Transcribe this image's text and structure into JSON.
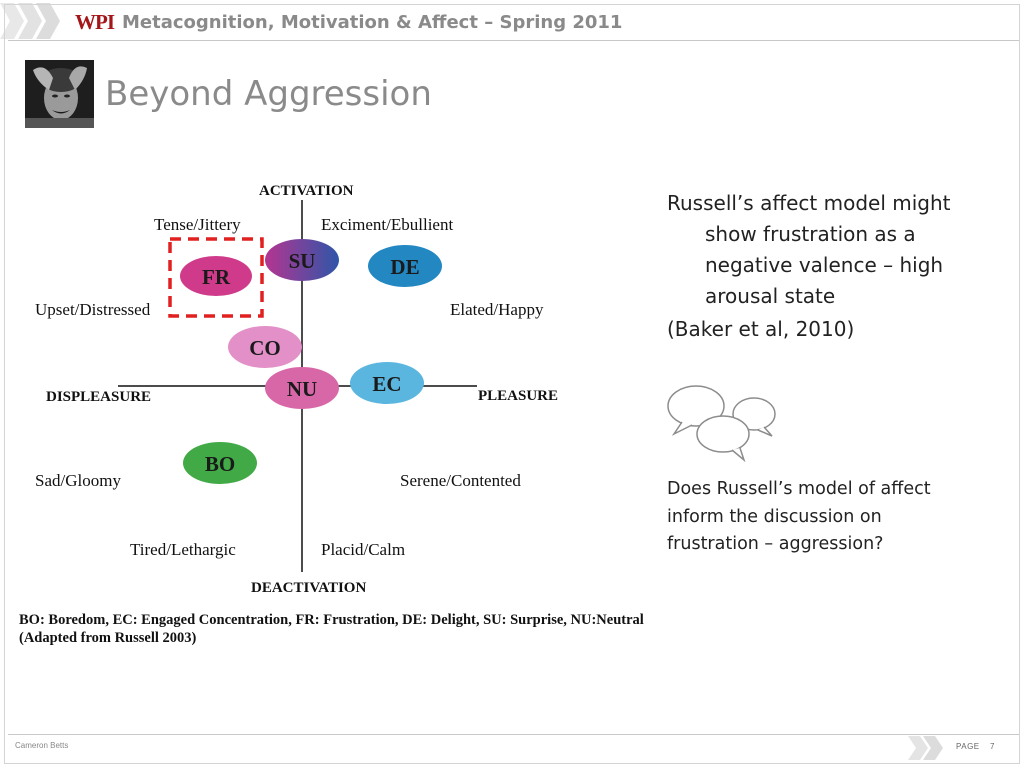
{
  "header": {
    "logo_text": "WPI",
    "course_title": "Metacognition, Motivation & Affect – Spring 2011"
  },
  "slide_title": "Beyond Aggression",
  "diagram": {
    "axis_top": "ACTIVATION",
    "axis_bottom": "DEACTIVATION",
    "axis_left": "DISPLEASURE",
    "axis_right": "PLEASURE",
    "quadrant_labels": {
      "tense": "Tense/Jittery",
      "excitement": "Exciment/Ebullient",
      "upset": "Upset/Distressed",
      "elated": "Elated/Happy",
      "sad": "Sad/Gloomy",
      "serene": "Serene/Contented",
      "tired": "Tired/Lethargic",
      "placid": "Placid/Calm"
    },
    "nodes": {
      "fr": "FR",
      "su": "SU",
      "de": "DE",
      "co": "CO",
      "nu": "NU",
      "ec": "EC",
      "bo": "BO"
    },
    "caption_line1": "BO: Boredom, EC: Engaged Concentration, FR: Frustration, DE: Delight, SU: Surprise, NU:Neutral",
    "caption_line2": "(Adapted from Russell 2003)",
    "colors": {
      "fr": "#cf3a8a",
      "su_left": "#b43591",
      "su_right": "#2e56a8",
      "de": "#2387c2",
      "co": "#e290c7",
      "nu": "#d867a8",
      "ec": "#5ab6df",
      "bo": "#41aa47",
      "highlight": "#e12020"
    }
  },
  "right_panel": {
    "bullet1": "Russell’s affect model might show frustration as a negative valence – high arousal state",
    "bullet2": "(Baker et al, 2010)",
    "question": "Does Russell’s model of affect inform the discussion on frustration – aggression?"
  },
  "footer": {
    "author": "Cameron Betts",
    "page_label": "PAGE",
    "page_number": "7"
  },
  "icons": [
    "chevron-arrows-icon",
    "speech-bubbles-icon",
    "stressed-person-photo"
  ]
}
